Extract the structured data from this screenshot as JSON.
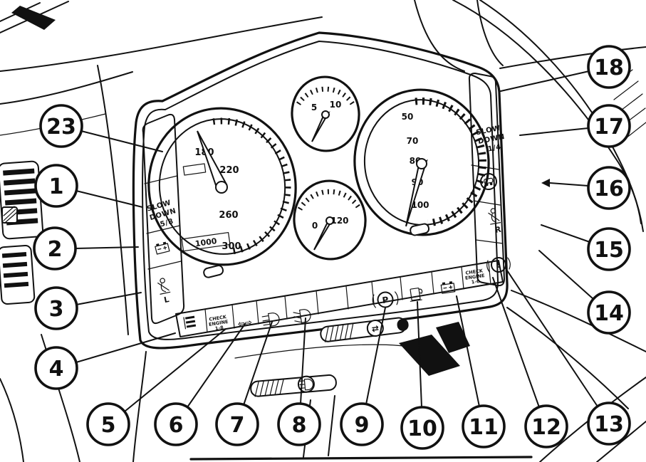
{
  "colors": {
    "ink": "#111111",
    "background": "#ffffff"
  },
  "callouts": [
    "23",
    "1",
    "2",
    "3",
    "4",
    "5",
    "6",
    "7",
    "8",
    "9",
    "10",
    "11",
    "12",
    "13",
    "14",
    "15",
    "16",
    "17",
    "18"
  ],
  "cluster": {
    "left_panel": {
      "line1": "SLOW",
      "line2": "DOWN",
      "line3": "5/8",
      "belt_letter": "L"
    },
    "right_panel": {
      "line1": "SLOW",
      "line2": "DOWN",
      "line3": "1/4",
      "belt_letter": "R"
    },
    "speedometer": {
      "labels": [
        "180",
        "220",
        "260",
        "300"
      ],
      "odometer": "1000"
    },
    "tachometer": {
      "labels": [
        "50",
        "70",
        "80",
        "90",
        "100"
      ]
    },
    "gauge_top": {
      "labels": [
        "5",
        "10"
      ]
    },
    "gauge_bottom": {
      "labels": [
        "0",
        "120"
      ]
    },
    "check_engine_left": {
      "line1": "CHECK",
      "line2": "ENGINE",
      "line3": "1-8"
    },
    "check_engine_right": {
      "line1": "CHECK",
      "line2": "ENGINE",
      "line3": "1-6"
    },
    "turn_signals": "⇦⇨",
    "parking_brake": "P",
    "brake_warning": "!",
    "stalk_icon_upper": "⇄"
  },
  "icons": {
    "left_panel": [
      "battery-icon",
      "seatbelt-icon"
    ],
    "right_panel": [
      "car-warning-icon",
      "seatbelt-icon"
    ],
    "indicator_row": [
      "brake-pad-icon",
      "check-engine-label",
      "turn-signal-icon",
      "high-beam-icon",
      "low-beam-icon",
      "parking-brake-icon",
      "fuel-icon",
      "battery-icon",
      "check-engine-label",
      "brake-warning-icon"
    ]
  }
}
